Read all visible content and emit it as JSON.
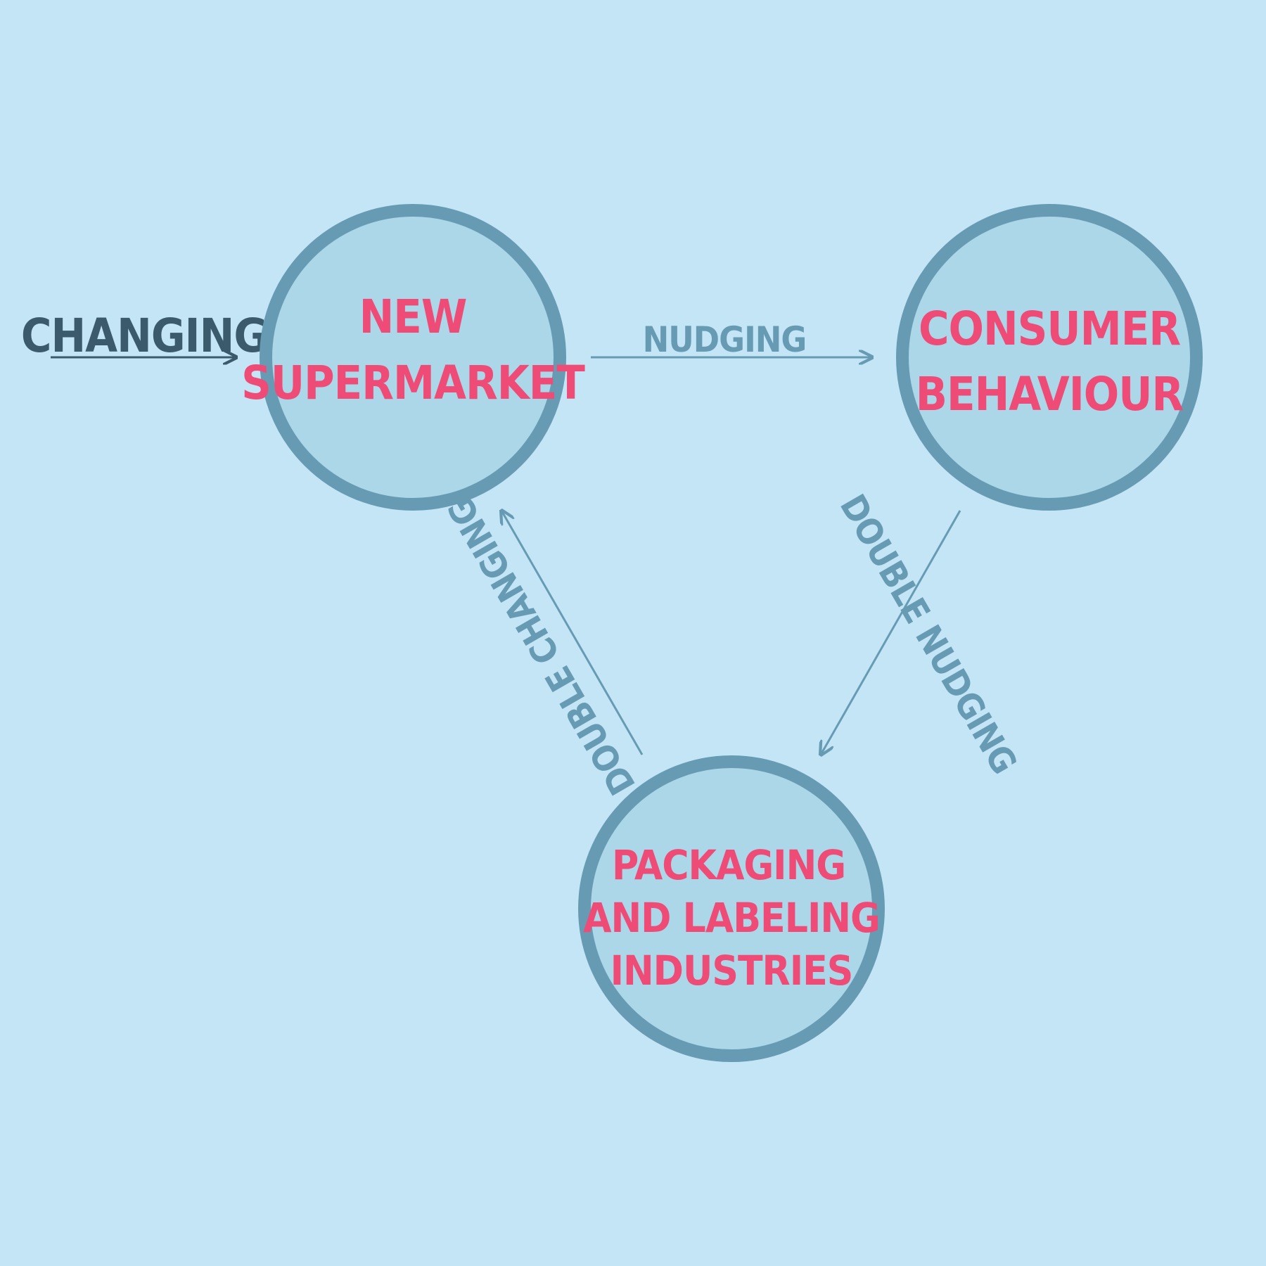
{
  "colors": {
    "background": "#c3e5f5",
    "node_fill": "#abd7e8",
    "node_stroke": "#669bb3",
    "node_text": "#ee4b77",
    "edge": "#669bb3",
    "edge_dark": "#3b5a6b"
  },
  "nodes": {
    "supermarket": {
      "lines": [
        "NEW",
        "SUPERMARKET"
      ]
    },
    "consumer": {
      "lines": [
        "CONSUMER",
        "BEHAVIOUR"
      ]
    },
    "packaging": {
      "lines": [
        "PACKAGING",
        "AND LABELING",
        "INDUSTRIES"
      ]
    }
  },
  "edges": {
    "changing": {
      "label": "CHANGING",
      "from": "",
      "to": "supermarket"
    },
    "nudging": {
      "label": "NUDGING",
      "from": "supermarket",
      "to": "consumer"
    },
    "double_nudging": {
      "label": "DOUBLE NUDGING",
      "from": "consumer",
      "to": "packaging"
    },
    "double_changing": {
      "label": "DOUBLE CHANGING",
      "from": "packaging",
      "to": "supermarket"
    }
  }
}
